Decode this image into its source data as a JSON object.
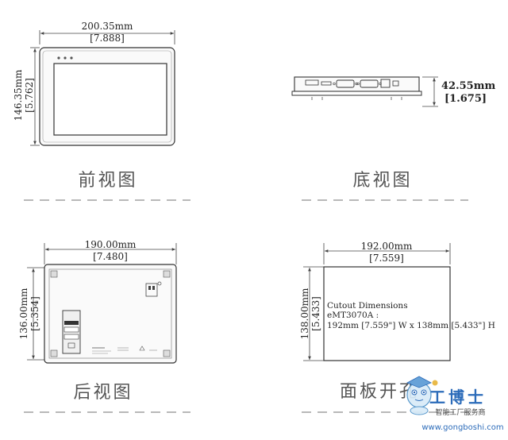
{
  "front": {
    "width_mm": "200.35mm",
    "width_in": "[7.888]",
    "height_mm": "146.35mm",
    "height_in": "[5.762]",
    "caption": "前视图"
  },
  "bottom": {
    "height_mm": "42.55mm",
    "height_in": "[1.675]",
    "caption": "底视图"
  },
  "rear": {
    "width_mm": "190.00mm",
    "width_in": "[7.480]",
    "height_mm": "136.00mm",
    "height_in": "[5.354]",
    "caption": "后视图"
  },
  "cutout": {
    "width_mm": "192.00mm",
    "width_in": "[7.559]",
    "height_mm": "138.00mm",
    "height_in": "[5.433]",
    "title": "Cutout Dimensions",
    "model": "eMT3070A :",
    "size": "192mm [7.559\"] W x 138mm [5.433\"] H",
    "caption": "面板开孔"
  },
  "watermark": {
    "brand": "工博士",
    "tagline": "智能工厂服务商",
    "url": "www.gongboshi.com"
  },
  "colors": {
    "line": "#444444",
    "dash": "#b8b8b8",
    "caption": "#555555",
    "brand": "#1a5fb4"
  }
}
